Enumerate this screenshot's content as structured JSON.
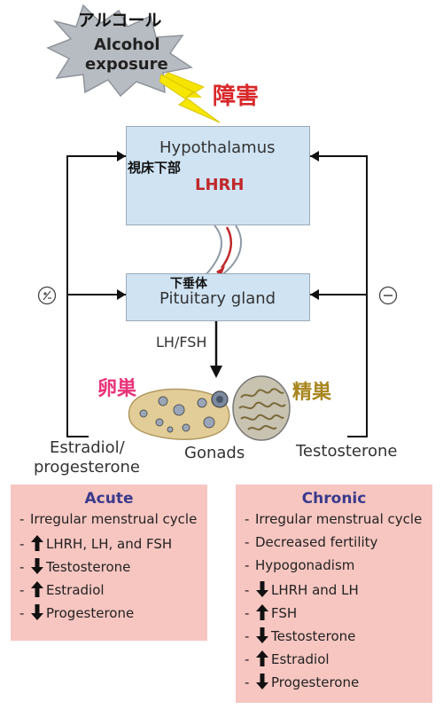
{
  "header": {
    "alcohol_jp": "アルコール",
    "alcohol_line1": "Alcohol",
    "alcohol_line2": "exposure",
    "damage_jp": "障害"
  },
  "hypothalamus": {
    "label": "Hypothalamus",
    "jp": "視床下部",
    "hormone": "LHRH"
  },
  "pituitary": {
    "label": "Pituitary gland",
    "jp": "下垂体"
  },
  "lh_fsh": "LH/FSH",
  "ovary_jp": "卵巣",
  "testis_jp": "精巣",
  "gonads": "Gonads",
  "estradiol_line1": "Estradiol/",
  "estradiol_line2": "progesterone",
  "testosterone": "Testosterone",
  "left_feedback_symbol": "+/−",
  "right_feedback_symbol": "−",
  "acute": {
    "title": "Acute",
    "items": [
      {
        "icon": "dash",
        "text": "Irregular menstrual cycle"
      },
      {
        "icon": "up",
        "text": "LHRH, LH, and FSH"
      },
      {
        "icon": "down",
        "text": "Testosterone"
      },
      {
        "icon": "up",
        "text": "Estradiol"
      },
      {
        "icon": "down",
        "text": "Progesterone"
      }
    ]
  },
  "chronic": {
    "title": "Chronic",
    "items": [
      {
        "icon": "dash",
        "text": "Irregular menstrual cycle"
      },
      {
        "icon": "dash",
        "text": "Decreased fertility"
      },
      {
        "icon": "dash",
        "text": "Hypogonadism"
      },
      {
        "icon": "down",
        "text": "LHRH and LH"
      },
      {
        "icon": "up",
        "text": "FSH"
      },
      {
        "icon": "down",
        "text": "Testosterone"
      },
      {
        "icon": "up",
        "text": "Estradiol"
      },
      {
        "icon": "down",
        "text": "Progesterone"
      }
    ]
  },
  "colors": {
    "box_fill": "#cfe3f3",
    "panel_fill": "#f7c6c1",
    "panel_title": "#3a3a8c",
    "lhrh_red": "#c0282a",
    "ovary_pink": "#e8337a",
    "testis_gold": "#a8861e"
  }
}
